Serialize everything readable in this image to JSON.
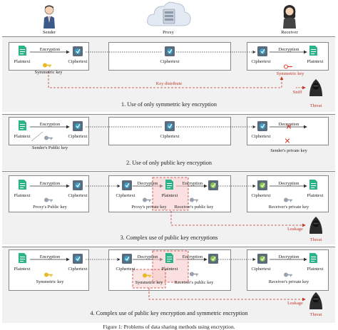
{
  "actors": {
    "sender": "Sender",
    "proxy": "Proxy",
    "receiver": "Receiver"
  },
  "labels": {
    "plaintext": "Plaintext",
    "ciphertext": "Ciphertext",
    "encryption": "Encryption",
    "decryption": "Decryption",
    "symmetric_key": "Symmetric key",
    "key_distribute": "Key distribute",
    "sniff": "Sniff",
    "threat": "Threat",
    "leakage": "Leakage",
    "senders_public_key": "Sender's Public key",
    "senders_private_key": "Sender's private key",
    "proxys_public_key": "Proxy's Public key",
    "proxys_private_key": "Proxy's private key",
    "receivers_public_key": "Receiver's public key",
    "receivers_private_key": "Receiver's private key"
  },
  "captions": {
    "c1": "1. Use of only symmetric key encryption",
    "c2": "2. Use of only public key encryption",
    "c3": "3. Complex use of public key encryptions",
    "c4": "4. Complex use of public key encryption and symmetric encryption",
    "footer": "Figure 1: Problems of data sharing methods using encryption."
  },
  "colors": {
    "panel_bg": "#f1f1f1",
    "arrow": "#333333",
    "red": "#c0392b",
    "plaintext_icon": "#2bb38a",
    "cipher_icon": "#5a6b7d",
    "key_yellow": "#e8b923"
  }
}
